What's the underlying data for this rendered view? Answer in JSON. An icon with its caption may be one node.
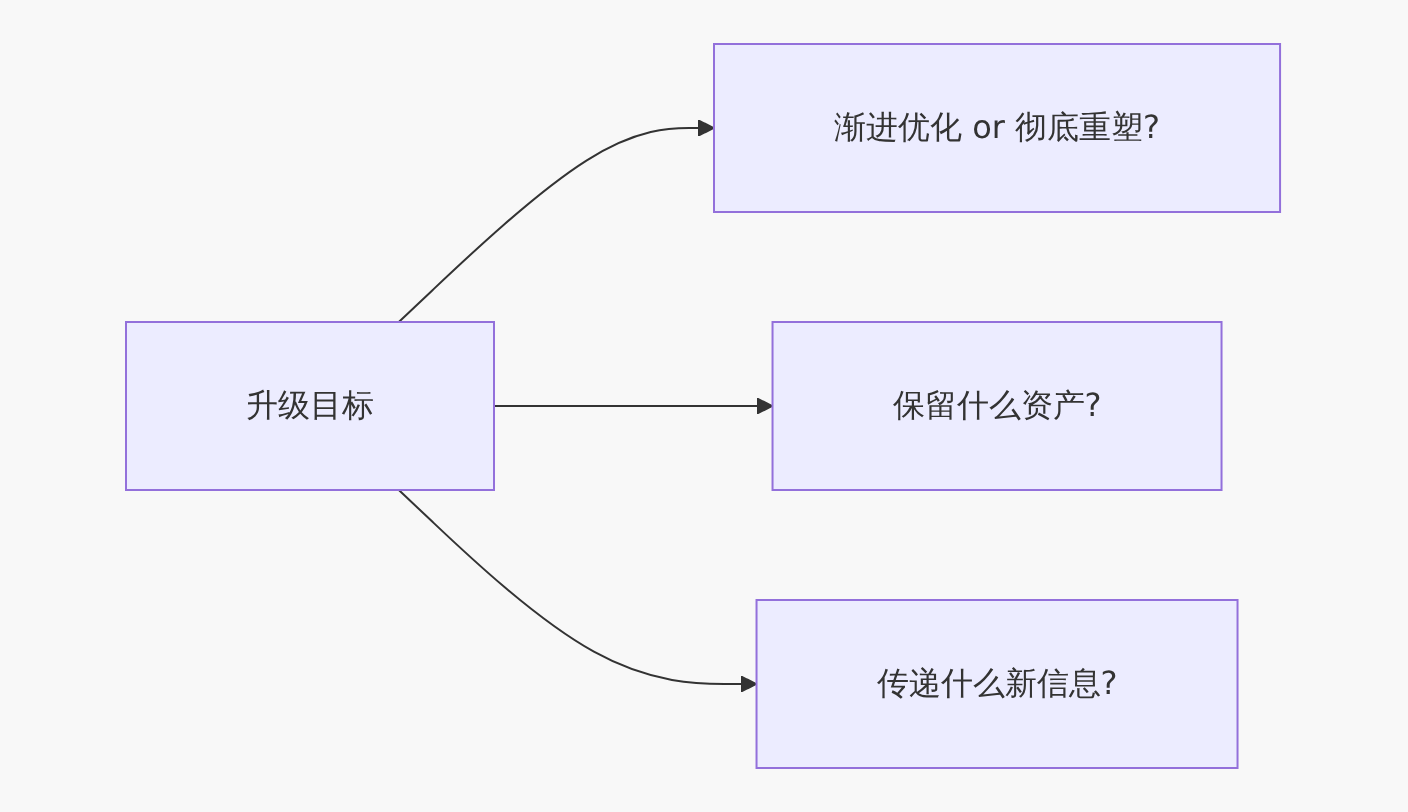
{
  "diagram": {
    "nodes": [
      {
        "text": [
          "升级目标"
        ]
      },
      {
        "text": [
          "渐进优化 or 彻底重塑?"
        ]
      },
      {
        "text": [
          "保留什么资产?"
        ]
      },
      {
        "text": [
          "传递什么新信息?"
        ]
      }
    ],
    "edges": [
      {
        "from": 0,
        "to": 1,
        "arrow": "to"
      },
      {
        "from": 0,
        "to": 2,
        "arrow": "to"
      },
      {
        "from": 0,
        "to": 3,
        "arrow": "to"
      }
    ]
  }
}
